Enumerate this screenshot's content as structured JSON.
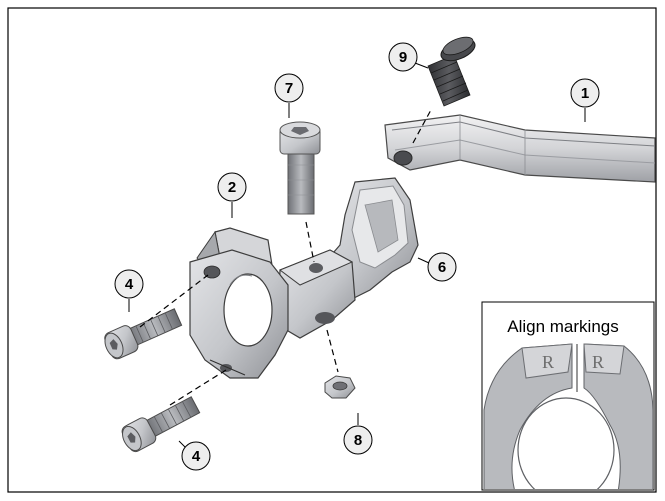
{
  "callouts": [
    {
      "id": "c1",
      "number": "1"
    },
    {
      "id": "c2",
      "number": "2"
    },
    {
      "id": "c4a",
      "number": "4"
    },
    {
      "id": "c4b",
      "number": "4"
    },
    {
      "id": "c6",
      "number": "6"
    },
    {
      "id": "c7",
      "number": "7"
    },
    {
      "id": "c8",
      "number": "8"
    },
    {
      "id": "c9",
      "number": "9"
    }
  ],
  "inset": {
    "title": "Align markings",
    "left_mark": "R",
    "right_mark": "R"
  },
  "colors": {
    "part_fill": "#c9cacd",
    "part_shade": "#9a9ca1",
    "part_dark": "#6d6f74",
    "outline": "#3a3a3a",
    "callout_fill": "#eeeeee"
  }
}
